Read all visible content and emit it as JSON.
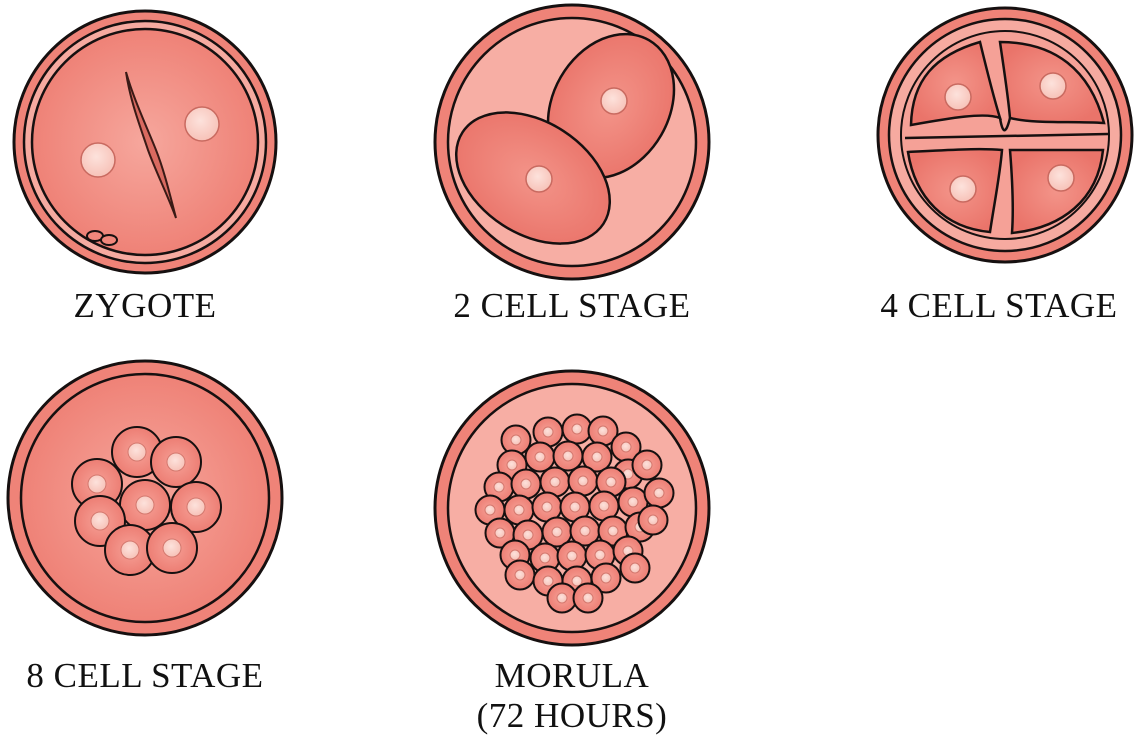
{
  "colors": {
    "zona_outer": "#f0867c",
    "zona_fill": "#f5a59b",
    "cytoplasm": "#ef8075",
    "cell_light": "#f8b4aa",
    "nucleus": "#fbd3cb",
    "outline": "#161010",
    "background": "#ffffff"
  },
  "stages": [
    {
      "id": "zygote",
      "label": "ZYGOTE"
    },
    {
      "id": "two-cell",
      "label": "2 CELL STAGE"
    },
    {
      "id": "four-cell",
      "label": "4 CELL STAGE"
    },
    {
      "id": "eight-cell",
      "label": "8 CELL STAGE"
    },
    {
      "id": "morula",
      "label_line1": "MORULA",
      "label_line2": "(72 HOURS)"
    }
  ]
}
